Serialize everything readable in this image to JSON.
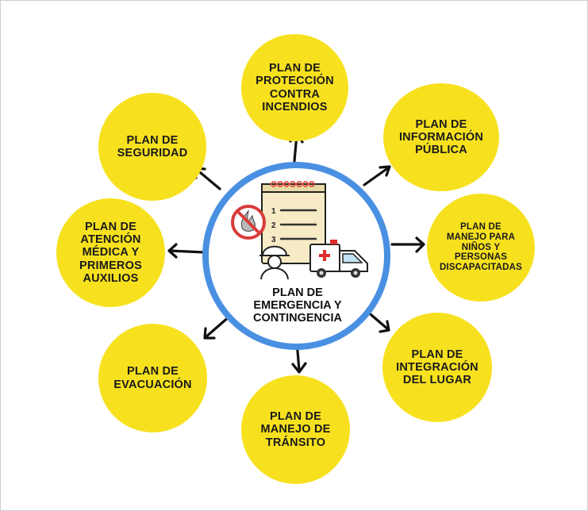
{
  "center": {
    "title": "PLAN DE\nEMERGENCIA Y\nCONTINGENCIA"
  },
  "plans": {
    "proteccion": "PLAN DE\nPROTECCIÓN\nCONTRA\nINCENDIOS",
    "informacion": "PLAN DE\nINFORMACIÓN\nPÚBLICA",
    "manejo_ninos": "PLAN DE\nMANEJO PARA\nNIÑOS Y\nPERSONAS\nDISCAPACITADAS",
    "integracion": "PLAN DE\nINTEGRACIÓN\nDEL LUGAR",
    "transito": "PLAN DE\nMANEJO DE\nTRÁNSITO",
    "evacuacion": "PLAN DE\nEVACUACIÓN",
    "atencion": "PLAN DE\nATENCIÓN\nMÉDICA Y\nPRIMEROS\nAUXILIOS",
    "seguridad": "PLAN DE\nSEGURIDAD"
  },
  "checklist": {
    "items": [
      "1",
      "2",
      "3"
    ]
  },
  "colors": {
    "bubble": "#f7e11f",
    "ring": "#4a90e2",
    "text": "#1a1a1a",
    "arrow": "#111111",
    "notepad": "#f6ebc4",
    "prohibition": "#d93b3b",
    "ambulance_cross": "#e02b2b"
  },
  "icons": [
    "checklist-notepad-icon",
    "no-fire-icon",
    "worker-helmet-icon",
    "ambulance-icon"
  ]
}
